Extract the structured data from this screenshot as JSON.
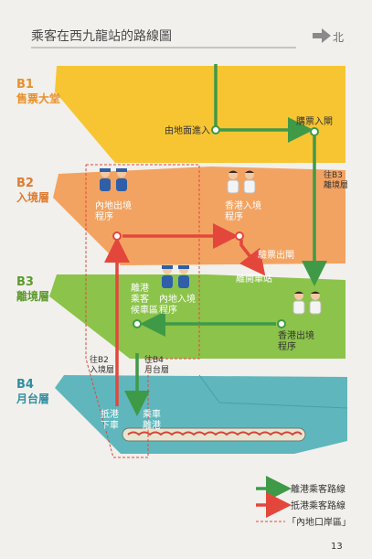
{
  "title": "乘客在西九龍站的路線圖",
  "north_label": "北",
  "levels": [
    {
      "code": "B1",
      "name": "售票大堂",
      "color": "#f7c531",
      "text_color": "#e8902a"
    },
    {
      "code": "B2",
      "name": "入境層",
      "color": "#f3a361",
      "text_color": "#e07b33"
    },
    {
      "code": "B3",
      "name": "離境層",
      "color": "#8cc34a",
      "text_color": "#5e9a2c"
    },
    {
      "code": "B4",
      "name": "月台層",
      "color": "#5fb7bd",
      "text_color": "#2f8fa0"
    }
  ],
  "labels": {
    "ground_entry": "由地面進入",
    "ticket_gate": "購票入閘",
    "to_b3": "往B3\n離境層",
    "mainland_departure": "內地出境\n程序",
    "hk_entry": "香港入境\n程序",
    "ticket_exit": "驗票出閘",
    "leave_station": "離開車站",
    "waiting_hall": "離港\n乘客\n候車區",
    "mainland_entry": "內地入境\n程序",
    "hk_departure": "香港出境\n程序",
    "to_b2": "往B2\n入境層",
    "to_b4": "往B4\n月台層",
    "arrive_hk": "抵港\n下車",
    "board_leave": "乘車\n離港"
  },
  "legend": [
    {
      "label": "離港乘客路線",
      "color": "#3f9a48"
    },
    {
      "label": "抵港乘客路線",
      "color": "#e3473c"
    },
    {
      "label": "「內地口岸區」",
      "color": "#e3473c"
    }
  ],
  "page_number": "13",
  "colors": {
    "departure": "#3f9a48",
    "arrival": "#e3473c",
    "officer": "#2f5fa8",
    "staff": "#f4f4f4"
  },
  "icons": [
    "north-arrow-icon",
    "officer-icon",
    "staff-icon",
    "train-icon"
  ]
}
